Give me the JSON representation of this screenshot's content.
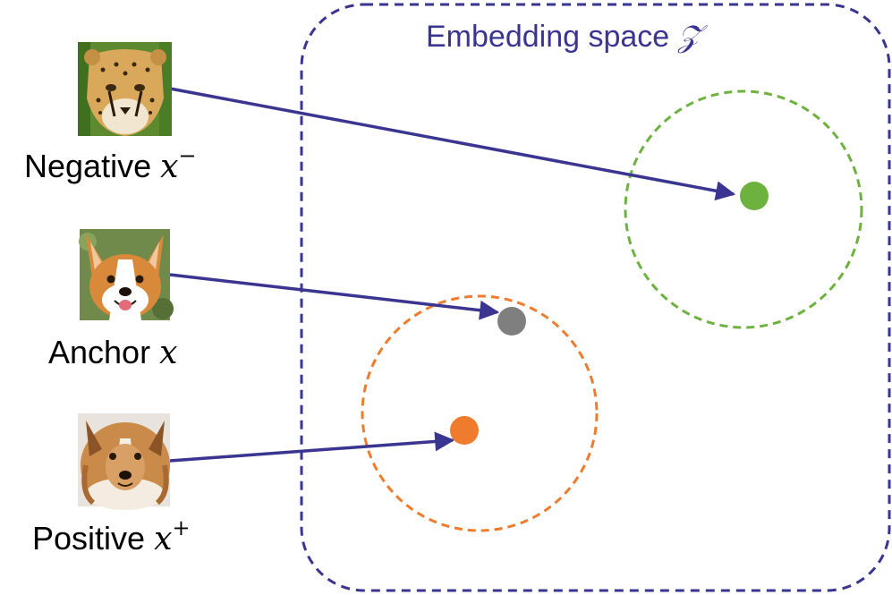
{
  "embedding_space": {
    "title_text": "Embedding space ",
    "title_symbol": "𝒵"
  },
  "samples": [
    {
      "label_text": "Negative ",
      "label_var": "x",
      "label_sup": "−",
      "image": "cheetah-face-icon",
      "point_color": "#6db23f",
      "ring_color": "#6db23f"
    },
    {
      "label_text": "Anchor ",
      "label_var": "x",
      "label_sup": "",
      "image": "corgi-face-icon",
      "point_color": "#7f7f7f",
      "ring_color": ""
    },
    {
      "label_text": "Positive ",
      "label_var": "x",
      "label_sup": "+",
      "image": "sheltie-face-icon",
      "point_color": "#ef7c2e",
      "ring_color": "#ef7c2e"
    }
  ],
  "colors": {
    "arrow": "#3a3590",
    "space_border": "#3a3590"
  }
}
